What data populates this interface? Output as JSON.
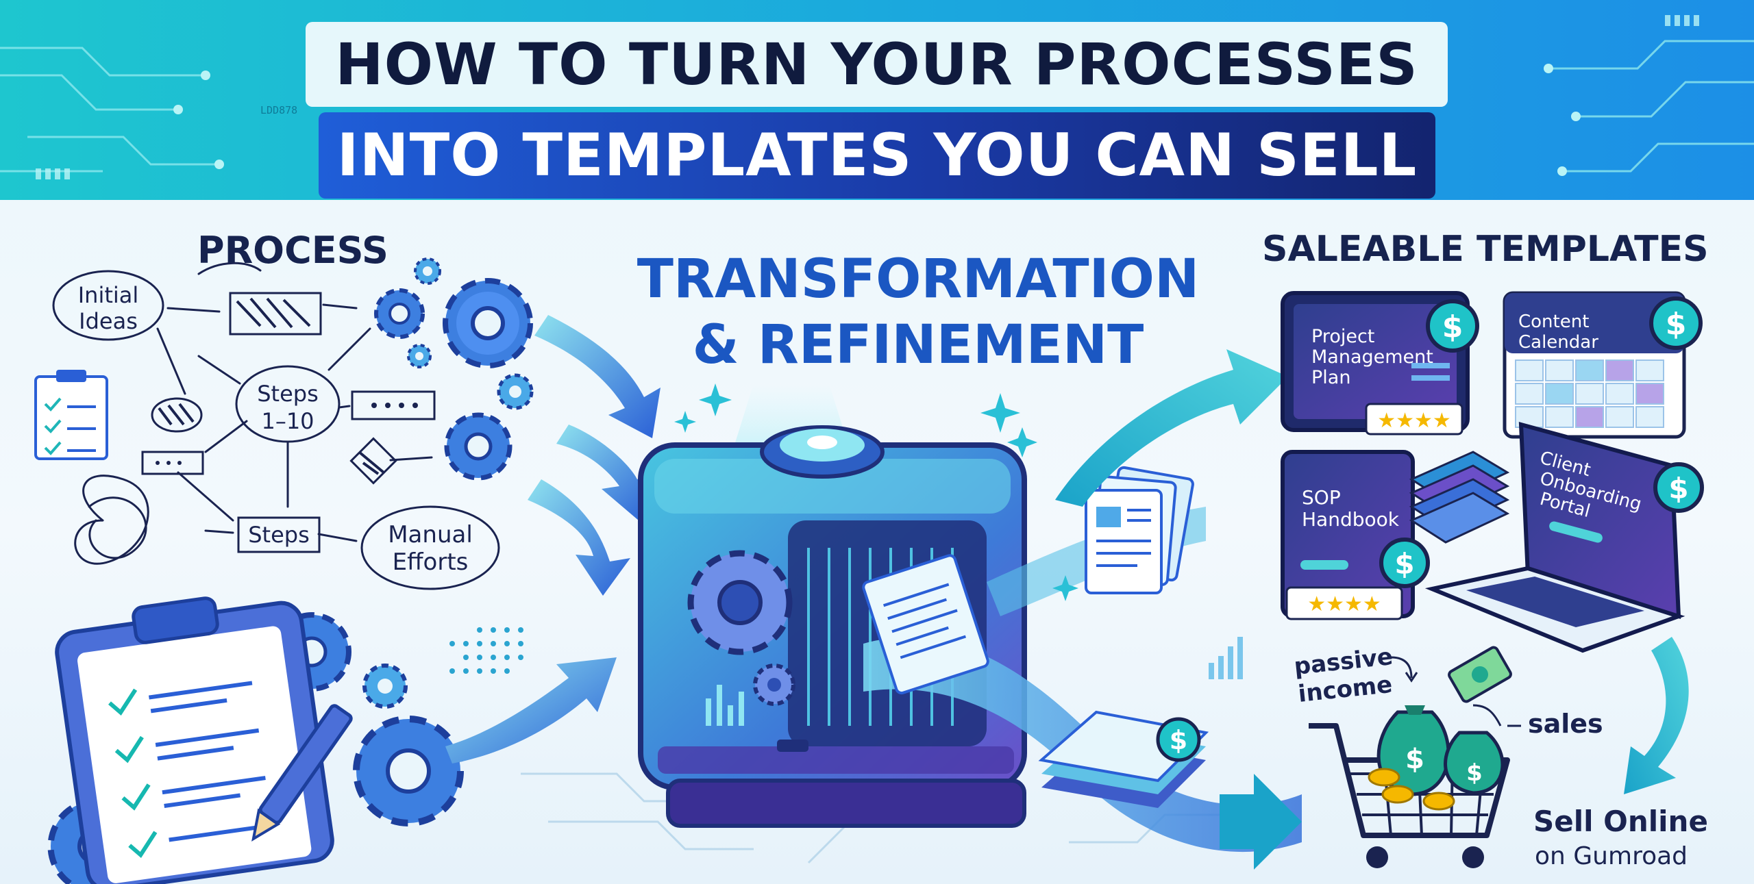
{
  "header": {
    "title_line_1": "HOW TO TURN YOUR PROCESSES",
    "title_line_2": "INTO TEMPLATES YOU CAN SELL",
    "code_label": "LDD878"
  },
  "process": {
    "title": "PROCESS",
    "nodes": {
      "initial_ideas_1": "Initial",
      "initial_ideas_2": "Ideas",
      "steps_1_10_a": "Steps",
      "steps_1_10_b": "1–10",
      "steps": "Steps",
      "manual_efforts_1": "Manual",
      "manual_efforts_2": "Efforts"
    }
  },
  "transformation": {
    "title_line_1": "TRANSFORMATION",
    "title_line_2": "& REFINEMENT"
  },
  "saleable": {
    "title": "SALEABLE TEMPLATES",
    "templates": {
      "project_1": "Project",
      "project_2": "Management",
      "project_3": "Plan",
      "content_1": "Content",
      "content_2": "Calendar",
      "sop_1": "SOP",
      "sop_2": "Handbook",
      "client_1": "Client",
      "client_2": "Onboarding",
      "client_3": "Portal"
    },
    "dollar_symbol": "$"
  },
  "sales": {
    "passive_1": "passive",
    "passive_2": "income",
    "sales_label": "sales",
    "sell_online": "Sell Online",
    "on_gumroad": "on Gumroad"
  },
  "colors": {
    "header_start": "#1ec6cf",
    "header_end": "#1c8fe6",
    "title_dark": "#16234f",
    "accent_blue": "#1b57c2",
    "teal": "#1fc3c8",
    "purple": "#6b4fc8",
    "gold": "#f5b800"
  }
}
